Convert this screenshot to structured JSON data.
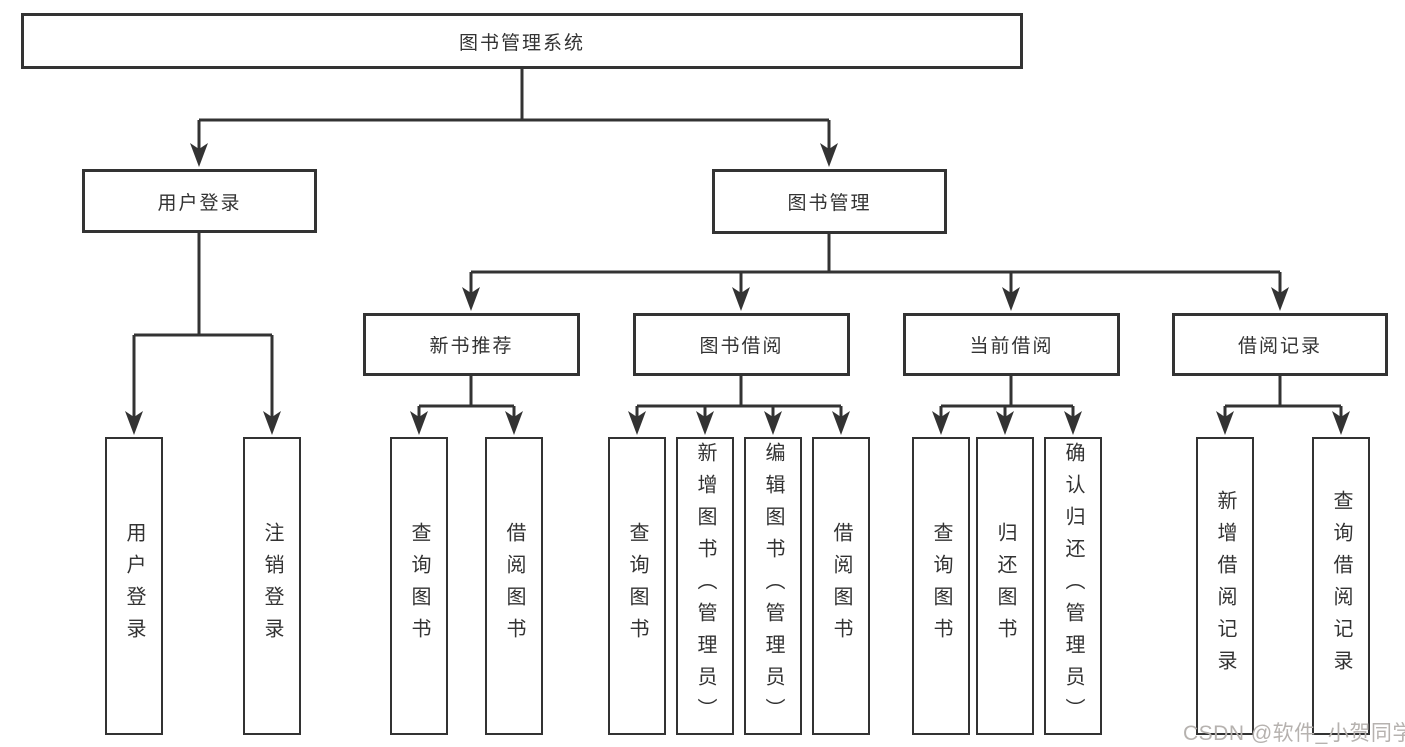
{
  "diagram": {
    "type": "hierarchy-tree",
    "root": {
      "label": "图书管理系统"
    },
    "level2": [
      {
        "label": "用户登录",
        "parent": "图书管理系统"
      },
      {
        "label": "图书管理",
        "parent": "图书管理系统"
      }
    ],
    "level3": [
      {
        "label": "新书推荐",
        "parent": "图书管理"
      },
      {
        "label": "图书借阅",
        "parent": "图书管理"
      },
      {
        "label": "当前借阅",
        "parent": "图书管理"
      },
      {
        "label": "借阅记录",
        "parent": "图书管理"
      }
    ],
    "groups": [
      {
        "parent": "用户登录",
        "children": [
          "用户登录",
          "注销登录"
        ]
      },
      {
        "parent": "新书推荐",
        "children": [
          "查询图书",
          "借阅图书"
        ]
      },
      {
        "parent": "图书借阅",
        "children": [
          "查询图书",
          "新增图书（管理员）",
          "编辑图书（管理员）",
          "借阅图书"
        ]
      },
      {
        "parent": "当前借阅",
        "children": [
          "查询图书",
          "归还图书",
          "确认归还（管理员）"
        ]
      },
      {
        "parent": "借阅记录",
        "children": [
          "新增借阅记录",
          "查询借阅记录"
        ]
      }
    ]
  },
  "watermark": {
    "text": "CSDN @软件_小贺同学"
  },
  "colors": {
    "line": "#333333",
    "box_border": "#333333",
    "text": "#333333",
    "watermark": "#b6b2af",
    "background": "#ffffff"
  }
}
